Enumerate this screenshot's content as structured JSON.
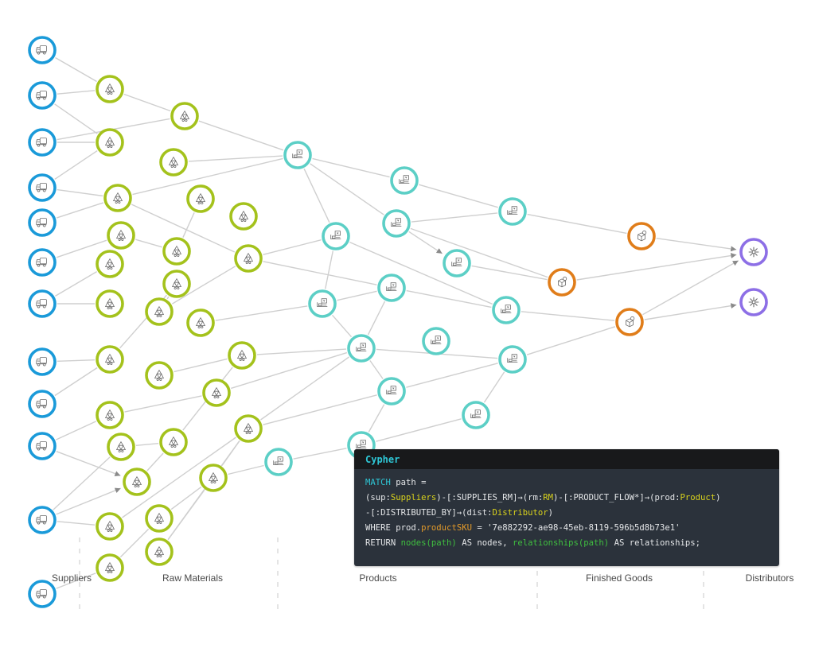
{
  "colors": {
    "supplier": "#1a9ad9",
    "raw_material": "#a4c21c",
    "product": "#5ccfc6",
    "finished_good": "#e07d1a",
    "distributor": "#8d6fe6",
    "edge": "#cfcfcf",
    "code_bg": "#2b323b",
    "code_header_bg": "#18191b"
  },
  "lanes": [
    {
      "label": "Suppliers"
    },
    {
      "label": "Raw Materials"
    },
    {
      "label": "Products"
    },
    {
      "label": "Finished Goods"
    },
    {
      "label": "Distributors"
    }
  ],
  "node_types": {
    "supplier": {
      "icon": "truck-icon"
    },
    "raw_material": {
      "icon": "raw-material-icon"
    },
    "product": {
      "icon": "product-icon"
    },
    "finished_good": {
      "icon": "package-icon"
    },
    "distributor": {
      "icon": "distributor-icon"
    }
  },
  "code_panel": {
    "title": "Cypher",
    "lines": [
      [
        {
          "t": "MATCH",
          "c": "kw-cyan"
        },
        {
          "t": " path ="
        }
      ],
      [
        {
          "t": "(sup:"
        },
        {
          "t": "Suppliers",
          "c": "kw-yellow"
        },
        {
          "t": ")-[:SUPPLIES_RM]→(rm:"
        },
        {
          "t": "RM",
          "c": "kw-yellow"
        },
        {
          "t": ")-[:PRODUCT_FLOW*]→(prod:"
        },
        {
          "t": "Product",
          "c": "kw-yellow"
        },
        {
          "t": ")"
        }
      ],
      [
        {
          "t": "-[:DISTRIBUTED_BY]→(dist:"
        },
        {
          "t": "Distributor",
          "c": "kw-yellow"
        },
        {
          "t": ")"
        }
      ],
      [
        {
          "t": "WHERE prod."
        },
        {
          "t": "productSKU",
          "c": "kw-orange"
        },
        {
          "t": " = '7e882292-ae98-45eb-8119-596b5d8b73e1'"
        }
      ],
      [
        {
          "t": "RETURN "
        },
        {
          "t": "nodes(path)",
          "c": "kw-green"
        },
        {
          "t": " AS nodes, "
        },
        {
          "t": "relationships(path)",
          "c": "kw-green"
        },
        {
          "t": " AS relationships;"
        }
      ]
    ]
  }
}
